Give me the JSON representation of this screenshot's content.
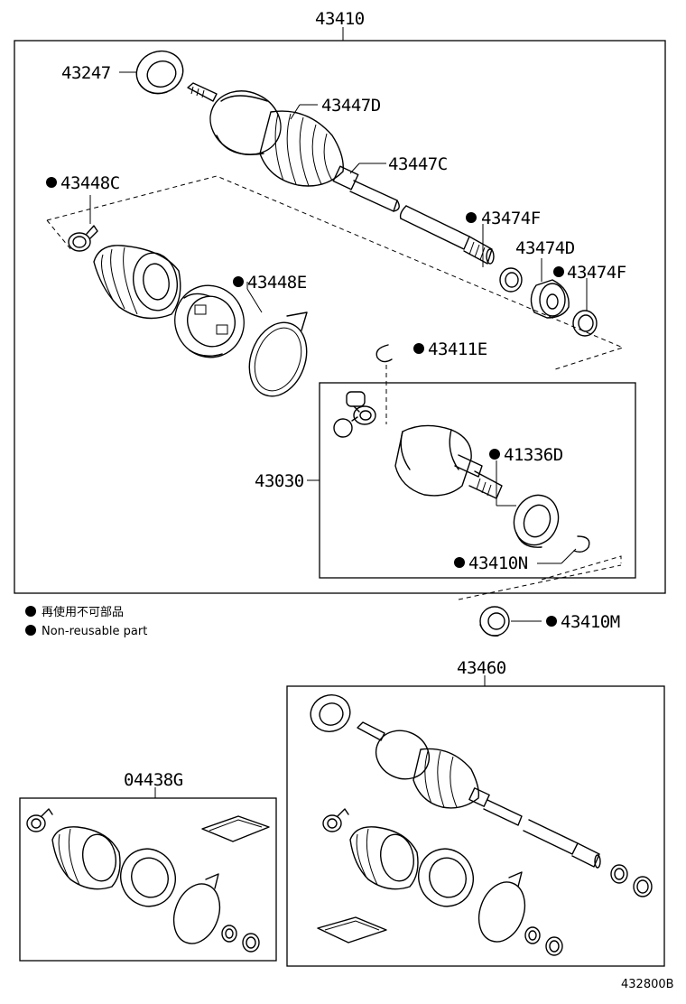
{
  "assembly_labels": {
    "main_assembly": "43410",
    "second_assembly": "43460",
    "boot_kit": "04438G",
    "inner_joint": "43030"
  },
  "part_labels": {
    "p43247": "43247",
    "p43447D": "43447D",
    "p43447C": "43447C",
    "p43448C": "43448C",
    "p43474F_a": "43474F",
    "p43474D": "43474D",
    "p43474F_b": "43474F",
    "p43448E": "43448E",
    "p43411E": "43411E",
    "p41336D": "41336D",
    "p43410N": "43410N",
    "p43410M": "43410M"
  },
  "legend": {
    "japanese": "再使用不可部品",
    "english": "Non-reusable part"
  },
  "diagram_id": "432800B",
  "colors": {
    "ink": "#000000",
    "paper": "#ffffff"
  }
}
